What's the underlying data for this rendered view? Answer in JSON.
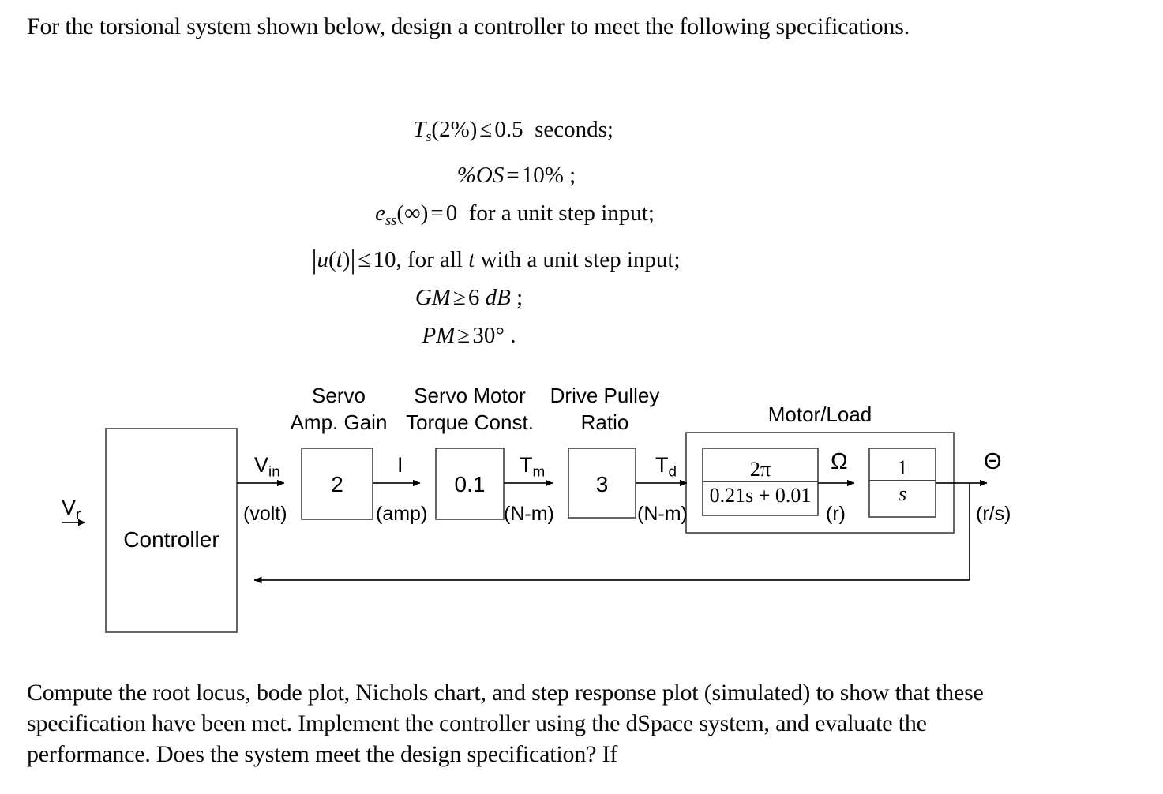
{
  "document": {
    "intro_paragraph": "For the torsional system shown below, design a controller to meet the following specifications.",
    "closing_paragraph": "Compute the root locus, bode plot, Nichols chart, and step response plot (simulated) to show that these specification have been met. Implement the controller using the dSpace system, and evaluate the performance. Does the system meet the design specification? If"
  },
  "specifications": [
    {
      "id": "settling-time",
      "symbol": "T",
      "subscript": "s",
      "argument": "(2%)",
      "operator": "≤",
      "value": "0.5",
      "unit": "seconds;",
      "plain": "Ts(2%) ≤ 0.5 seconds;"
    },
    {
      "id": "percent-overshoot",
      "symbol": "%OS",
      "operator": "=",
      "value": "10%",
      "unit": ";",
      "plain": "%OS = 10% ;"
    },
    {
      "id": "steady-state-error",
      "symbol": "e",
      "subscript": "ss",
      "argument": "(∞)",
      "operator": "=",
      "value": "0",
      "unit": "for a unit step input;",
      "plain": "ess(∞) = 0 for a unit step input;"
    },
    {
      "id": "control-effort",
      "symbol": "|u(t)|",
      "operator": "≤",
      "value": "10",
      "unit": ", for all t with a unit step input;",
      "plain": "|u(t)| ≤ 10, for all t with a unit step input;"
    },
    {
      "id": "gain-margin",
      "symbol": "GM",
      "operator": "≥",
      "value": "6",
      "unit": "dB ;",
      "plain": "GM ≥ 6 dB ;"
    },
    {
      "id": "phase-margin",
      "symbol": "PM",
      "operator": "≥",
      "value": "30°",
      "unit": ".",
      "plain": "PM ≥ 30° ."
    }
  ],
  "diagram": {
    "group_titles": {
      "servo_amp": "Servo\nAmp. Gain",
      "servo_amp_line1": "Servo",
      "servo_amp_line2": "Amp. Gain",
      "servo_motor_line1": "Servo Motor",
      "servo_motor_line2": "Torque Const.",
      "drive_pulley_line1": "Drive Pulley",
      "drive_pulley_line2": "Ratio",
      "motor_load": "Motor/Load"
    },
    "blocks": {
      "controller": "Controller",
      "servo_amp_gain": "2",
      "torque_constant": "0.1",
      "pulley_ratio": "3",
      "motor_tf_numerator": "2π",
      "motor_tf_denominator": "0.21s + 0.01",
      "integrator_numerator": "1",
      "integrator_denominator": "s"
    },
    "signals": {
      "reference": {
        "name": "V",
        "sub": "r",
        "unit": ""
      },
      "controller_out": {
        "name": "V",
        "sub": "in",
        "unit": "(volt)"
      },
      "current": {
        "name": "I",
        "sub": "",
        "unit": "(amp)"
      },
      "motor_torque": {
        "name": "T",
        "sub": "m",
        "unit": "(N-m)"
      },
      "drive_torque": {
        "name": "T",
        "sub": "d",
        "unit": "(N-m)"
      },
      "angular_velocity": {
        "name": "Ω",
        "sub": "",
        "unit": "(r)"
      },
      "output": {
        "name": "Θ",
        "sub": "",
        "unit": "(r/s)"
      }
    }
  },
  "colors": {
    "ink": "#000000",
    "line": "#444444",
    "background": "#ffffff"
  }
}
